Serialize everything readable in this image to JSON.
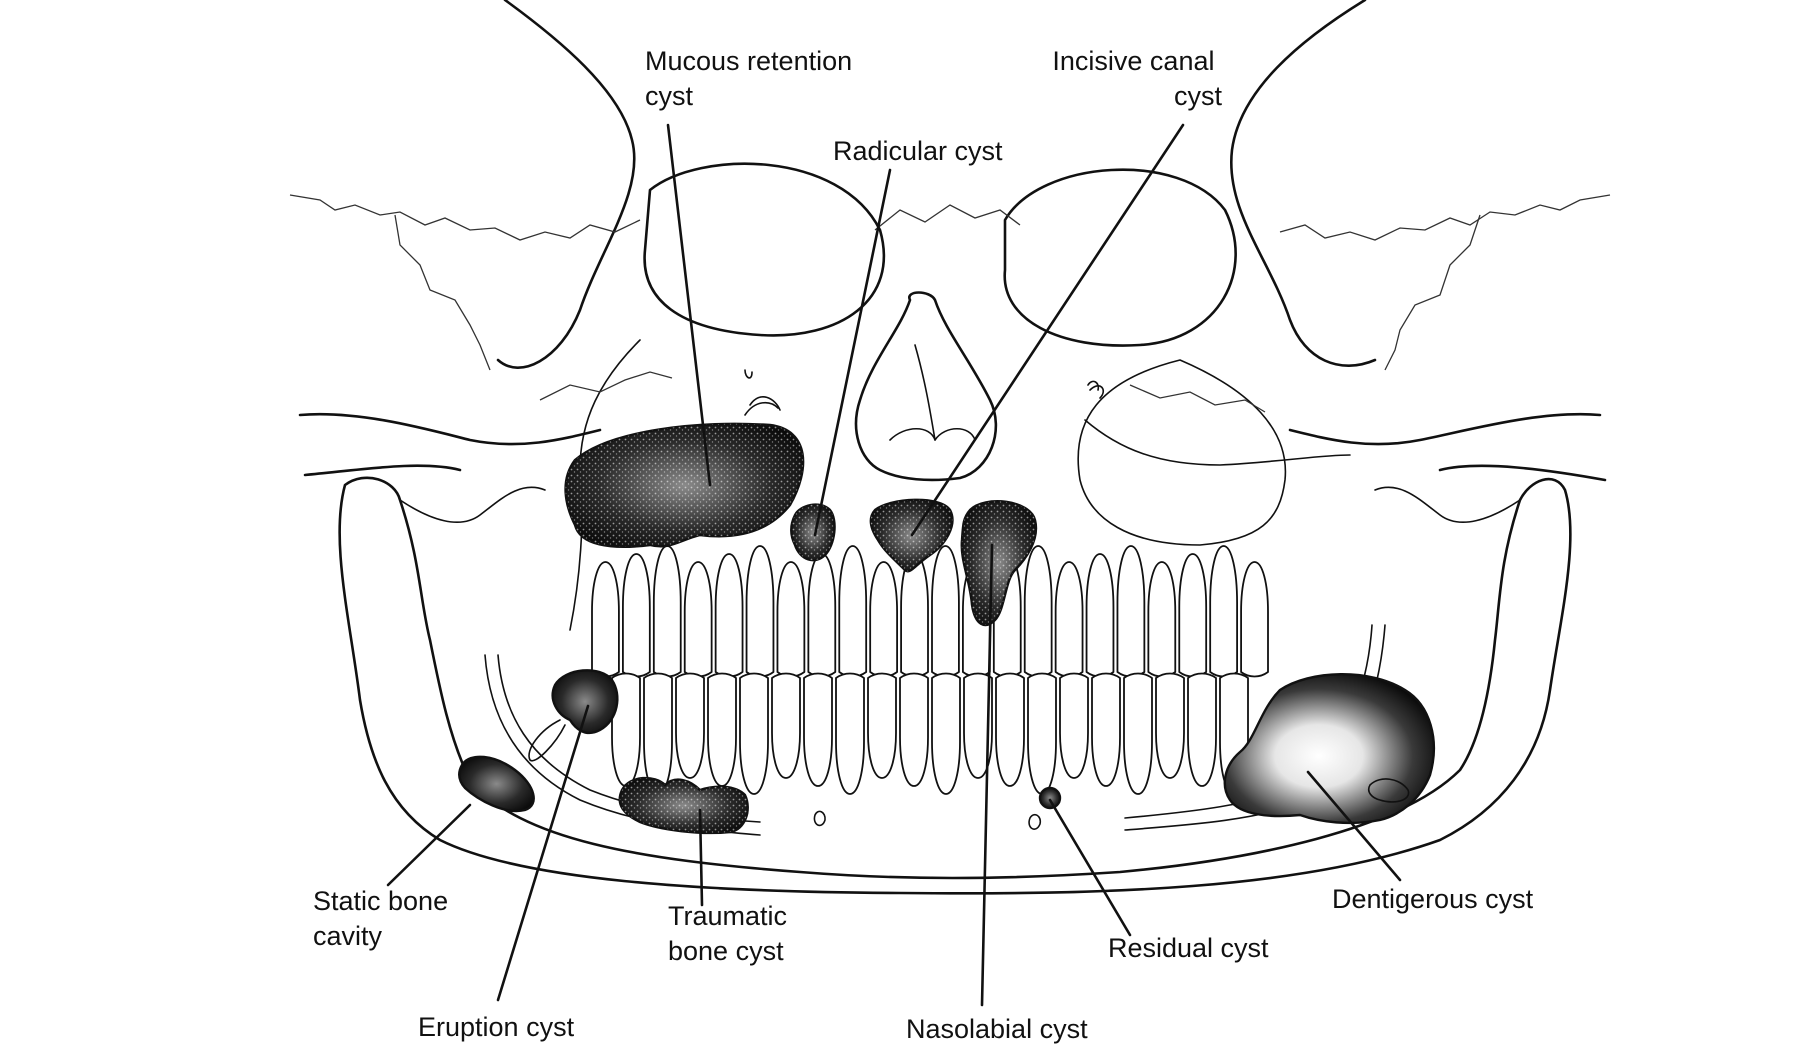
{
  "labels": {
    "mucous_retention": [
      "Mucous retention",
      "cyst"
    ],
    "incisive_canal": [
      "Incisive canal",
      "cyst"
    ],
    "radicular": [
      "Radicular cyst"
    ],
    "static_bone": [
      "Static bone",
      "cavity"
    ],
    "eruption": [
      "Eruption cyst"
    ],
    "traumatic": [
      "Traumatic",
      "bone cyst"
    ],
    "nasolabial": [
      "Nasolabial cyst"
    ],
    "residual": [
      "Residual cyst"
    ],
    "dentigerous": [
      "Dentigerous cyst"
    ]
  },
  "colors": {
    "ink": "#111111",
    "background": "#ffffff"
  }
}
